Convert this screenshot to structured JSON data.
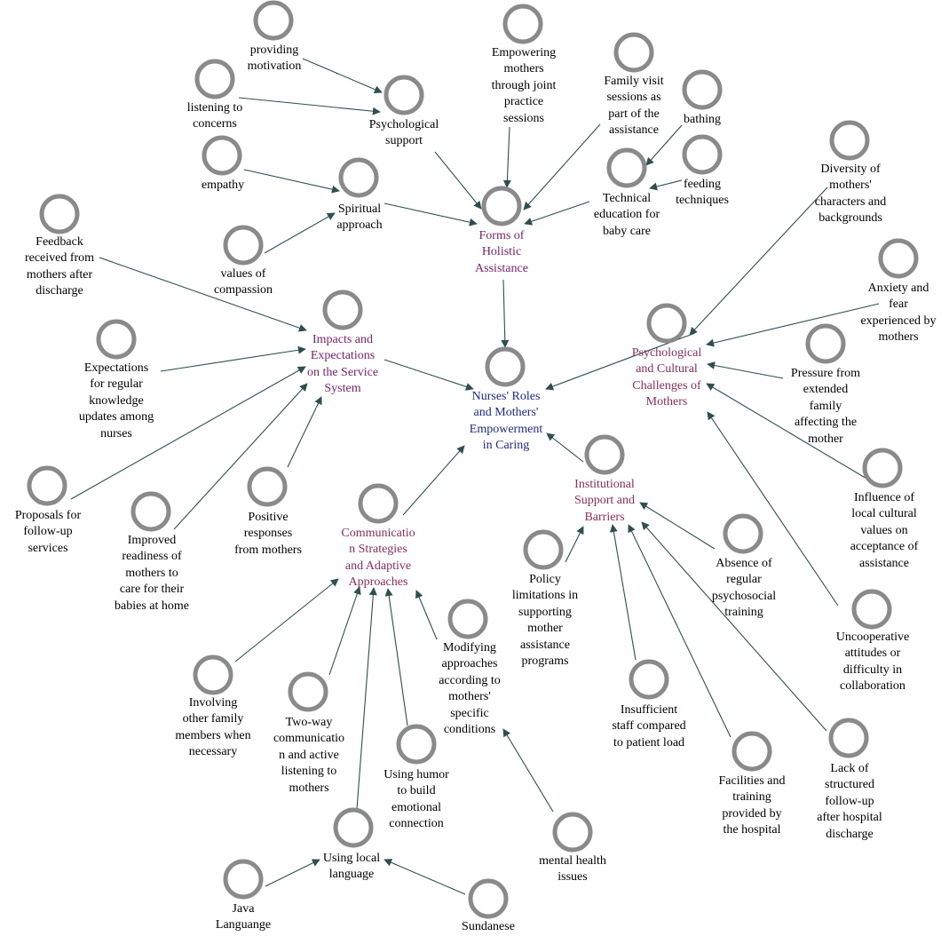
{
  "colors": {
    "node_stroke": "#8a8a8a",
    "edge": "#2f4f4f",
    "core_label": "#1b2a8c",
    "theme_label": "#7a1f6e",
    "subtheme_label": "#8e2c5c",
    "code_label": "#000000"
  },
  "nodes": {
    "core": {
      "lines": [
        "Nurses' Roles",
        "and Mothers'",
        "Empowerment",
        "in Caring"
      ]
    },
    "forms_holistic": {
      "lines": [
        "Forms of",
        "Holistic",
        "Assistance"
      ]
    },
    "impacts": {
      "lines": [
        "Impacts and",
        "Expectations",
        "on the Service",
        "System"
      ]
    },
    "psych_cultural": {
      "lines": [
        "Psychological",
        "and Cultural",
        "Challenges of",
        "Mothers"
      ]
    },
    "institutional": {
      "lines": [
        "Institutional",
        "Support and",
        "Barriers"
      ]
    },
    "communication": {
      "lines": [
        "Communicatio",
        "n Strategies",
        "and Adaptive",
        "Approaches"
      ]
    },
    "psych_support": {
      "lines": [
        "Psychological",
        "support"
      ]
    },
    "providing_motivation": {
      "lines": [
        "providing",
        "motivation"
      ]
    },
    "listening_concerns": {
      "lines": [
        "listening to",
        "concerns"
      ]
    },
    "empathy": {
      "lines": [
        "empathy"
      ]
    },
    "spiritual": {
      "lines": [
        "Spiritual",
        "approach"
      ]
    },
    "compassion": {
      "lines": [
        "values of",
        "compassion"
      ]
    },
    "empowering": {
      "lines": [
        "Empowering",
        "mothers",
        "through joint",
        "practice",
        "sessions"
      ]
    },
    "family_visit": {
      "lines": [
        "Family visit",
        "sessions as",
        "part of the",
        "assistance"
      ]
    },
    "technical_edu": {
      "lines": [
        "Technical",
        "education for",
        "baby care"
      ]
    },
    "bathing": {
      "lines": [
        "bathing"
      ]
    },
    "feeding": {
      "lines": [
        "feeding",
        "techniques"
      ]
    },
    "feedback": {
      "lines": [
        "Feedback",
        "received from",
        "mothers after",
        "discharge"
      ]
    },
    "expectations_updates": {
      "lines": [
        "Expectations",
        "for regular",
        "knowledge",
        "updates among",
        "nurses"
      ]
    },
    "proposals": {
      "lines": [
        "Proposals for",
        "follow-up",
        "services"
      ]
    },
    "improved_readiness": {
      "lines": [
        "Improved",
        "readiness of",
        "mothers to",
        "care for their",
        "babies at home"
      ]
    },
    "positive_responses": {
      "lines": [
        "Positive",
        "responses",
        "from mothers"
      ]
    },
    "diversity": {
      "lines": [
        "Diversity of",
        "mothers'",
        "characters and",
        "backgrounds"
      ]
    },
    "anxiety": {
      "lines": [
        "Anxiety and",
        "fear",
        "experienced by",
        "mothers"
      ]
    },
    "pressure": {
      "lines": [
        "Pressure from",
        "extended",
        "family",
        "affecting the",
        "mother"
      ]
    },
    "influence_local": {
      "lines": [
        "Influence of",
        "local cultural",
        "values on",
        "acceptance of",
        "assistance"
      ]
    },
    "uncooperative": {
      "lines": [
        "Uncooperative",
        "attitudes or",
        "difficulty in",
        "collaboration"
      ]
    },
    "policy_limits": {
      "lines": [
        "Policy",
        "limitations in",
        "supporting",
        "mother",
        "assistance",
        "programs"
      ]
    },
    "absence_training": {
      "lines": [
        "Absence of",
        "regular",
        "psychosocial",
        "training"
      ]
    },
    "insufficient_staff": {
      "lines": [
        "Insufficient",
        "staff compared",
        "to patient load"
      ]
    },
    "facilities": {
      "lines": [
        "Facilities and",
        "training",
        "provided by",
        "the hospital"
      ]
    },
    "lack_followup": {
      "lines": [
        "Lack of",
        "structured",
        "follow-up",
        "after hospital",
        "discharge"
      ]
    },
    "involving_family": {
      "lines": [
        "Involving",
        "other family",
        "members when",
        "necessary"
      ]
    },
    "two_way": {
      "lines": [
        "Two-way",
        "communicatio",
        "n and active",
        "listening to",
        "mothers"
      ]
    },
    "humor": {
      "lines": [
        "Using humor",
        "to build",
        "emotional",
        "connection"
      ]
    },
    "modifying": {
      "lines": [
        "Modifying",
        "approaches",
        "according to",
        "mothers'",
        "specific",
        "conditions"
      ]
    },
    "mental_health": {
      "lines": [
        "mental health",
        "issues"
      ]
    },
    "local_language": {
      "lines": [
        "Using local",
        "language"
      ]
    },
    "java": {
      "lines": [
        "Java",
        "Languange"
      ]
    },
    "sundanese": {
      "lines": [
        "Sundanese"
      ]
    }
  }
}
